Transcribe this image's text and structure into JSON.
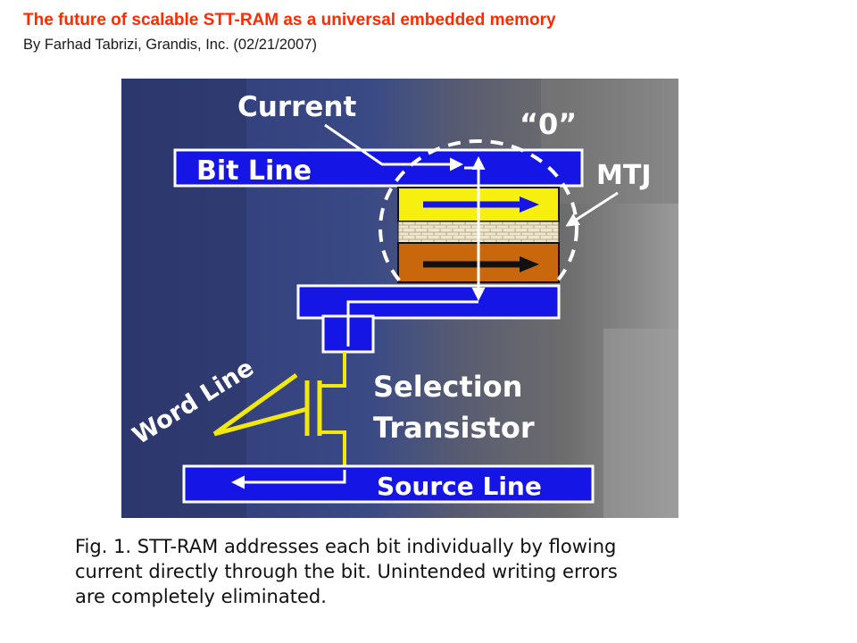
{
  "header": {
    "title": "The future of scalable STT-RAM as a universal embedded memory",
    "byline": "By Farhad Tabrizi, Grandis, Inc.  (02/21/2007)"
  },
  "diagram": {
    "labels": {
      "current": "Current",
      "state": "“0”",
      "bit_line": "Bit Line",
      "mtj": "MTJ",
      "word_line": "Word Line",
      "selection": "Selection",
      "transistor": "Transistor",
      "source_line": "Source Line"
    },
    "colors": {
      "line_fill": "#1515e6",
      "free_layer": "#f7ef10",
      "barrier": "#efe6cf",
      "fixed_layer": "#c8670c",
      "transistor": "#f2e80e",
      "background": "#33407a"
    }
  },
  "caption": {
    "line1": "Fig. 1. STT-RAM addresses each bit individually by flowing",
    "line2": "current directly through the bit. Unintended writing errors",
    "line3": "are completely eliminated."
  }
}
